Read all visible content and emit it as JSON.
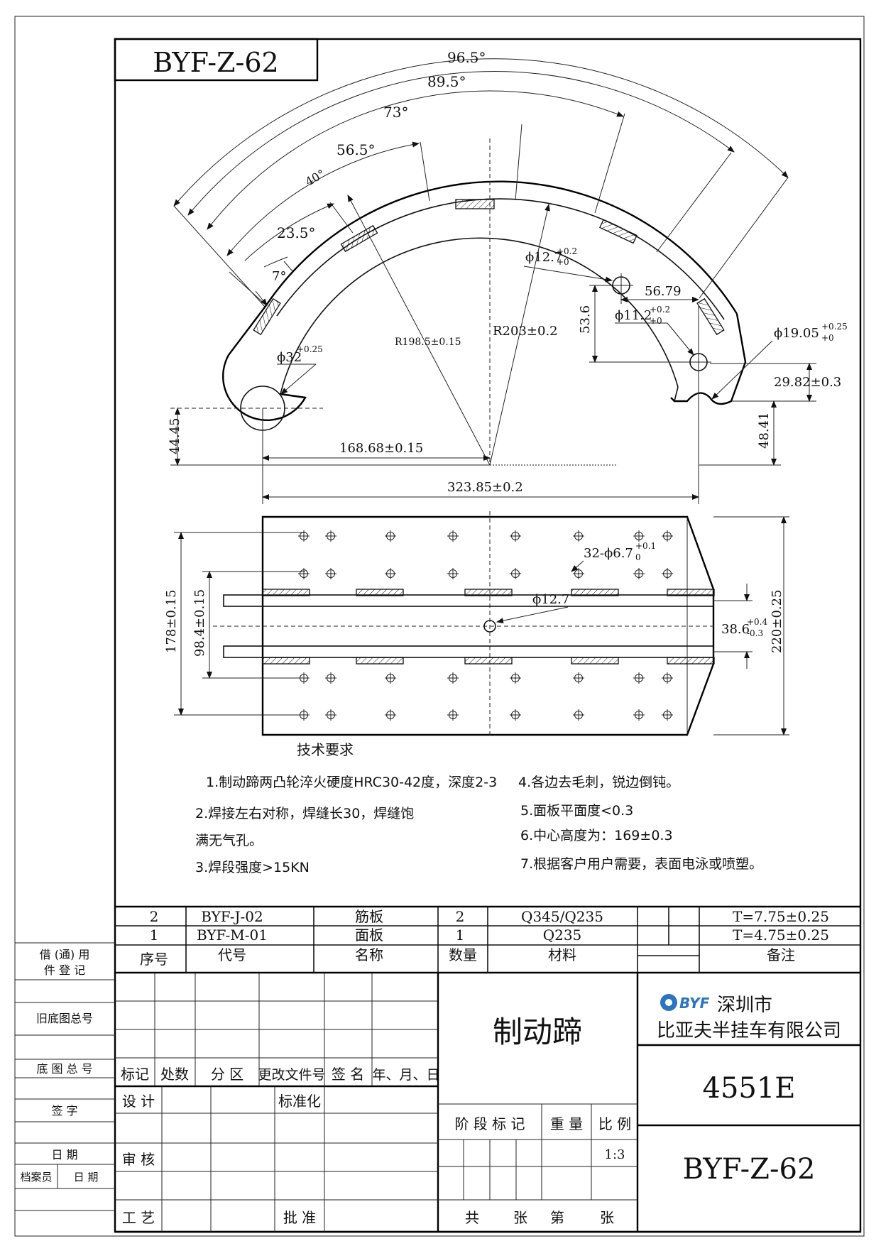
{
  "drawing_no": "BYF-Z-62",
  "part_name": "制动蹄",
  "model": "4551E",
  "company": {
    "logo_text": "BYF",
    "city": "深圳市",
    "name": "比亚夫半挂车有限公司"
  },
  "dimensions": {
    "angle_1": "96.5°",
    "angle_2": "89.5°",
    "angle_3": "73°",
    "angle_4": "56.5°",
    "angle_5": "40°",
    "angle_6": "23.5°",
    "angle_7": "7°",
    "hole_top": "ϕ12.7",
    "hole_top_tol_up": "+0.2",
    "hole_top_tol_low": "+0",
    "dim_5679": "56.79",
    "dim_536": "53.6",
    "hole_mid": "ϕ11.2",
    "hole_mid_tol_up": "+0.2",
    "hole_mid_tol_low": "+0",
    "hole_right": "ϕ19.05",
    "hole_right_tol_up": "+0.25",
    "hole_right_tol_low": "+0",
    "dim_2982": "29.82±0.3",
    "pivot_hole": "ϕ32",
    "pivot_tol": "+0.25",
    "r_inner": "R198.5±0.15",
    "r_outer": "R203±0.2",
    "dim_4445": "44.45",
    "dim_4841": "48.41",
    "dim_16868": "168.68±0.15",
    "dim_32385": "323.85±0.2",
    "rivet_holes": "32-ϕ6.7",
    "rivet_tol_up": "+0.1",
    "rivet_tol_low": "0",
    "center_hole": "ϕ12.7",
    "dim_178": "178±0.15",
    "dim_984": "98.4±0.15",
    "dim_386": "38.6",
    "dim_386_tol_up": "+0.4",
    "dim_386_tol_low": "-0.3",
    "dim_220": "220±0.25"
  },
  "tech": {
    "title": "技术要求",
    "r1": "1.制动蹄两凸轮淬火硬度HRC30-42度，深度2-3",
    "r2a": "2.焊接左右对称，焊缝长30，焊缝饱",
    "r2b": "满无气孔。",
    "r3": "3.焊段强度>15KN",
    "r4": "4.各边去毛刺，锐边倒钝。",
    "r5": "5.面板平面度<0.3",
    "r6": "6.中心高度为：169±0.3",
    "r7": "7.根据客户用户需要，表面电泳或喷塑。"
  },
  "bom": {
    "rows": [
      {
        "no": "2",
        "code": "BYF-J-02",
        "name": "筋板",
        "qty": "2",
        "material": "Q345/Q235",
        "note": "T=7.75±0.25"
      },
      {
        "no": "1",
        "code": "BYF-M-01",
        "name": "面板",
        "qty": "1",
        "material": "Q235",
        "note": "T=4.75±0.25"
      }
    ],
    "h_no": "序号",
    "h_code": "代号",
    "h_name": "名称",
    "h_qty": "数量",
    "h_mat": "材料",
    "h_note": "备注"
  },
  "title_block": {
    "h_mark": "标记",
    "h_count": "处数",
    "h_zone": "分 区",
    "h_doc": "更改文件号",
    "h_sign": "签 名",
    "h_date": "年、月、日",
    "design": "设 计",
    "standard": "标准化",
    "review": "审 核",
    "process": "工 艺",
    "approve": "批 准",
    "stage": "阶 段 标 记",
    "weight": "重 量",
    "scale_label": "比 例",
    "scale": "1:3",
    "total": "共",
    "sheet_unit_1": "张",
    "no_label": "第",
    "sheet_unit_2": "张"
  },
  "side": {
    "borrow_1": "借 (通) 用",
    "borrow_2": "件  登  记",
    "old_base": "旧底图总号",
    "base": "底 图 总 号",
    "sign": "签     字",
    "date": "日     期",
    "archivist": "档案员",
    "date2": "日  期"
  }
}
